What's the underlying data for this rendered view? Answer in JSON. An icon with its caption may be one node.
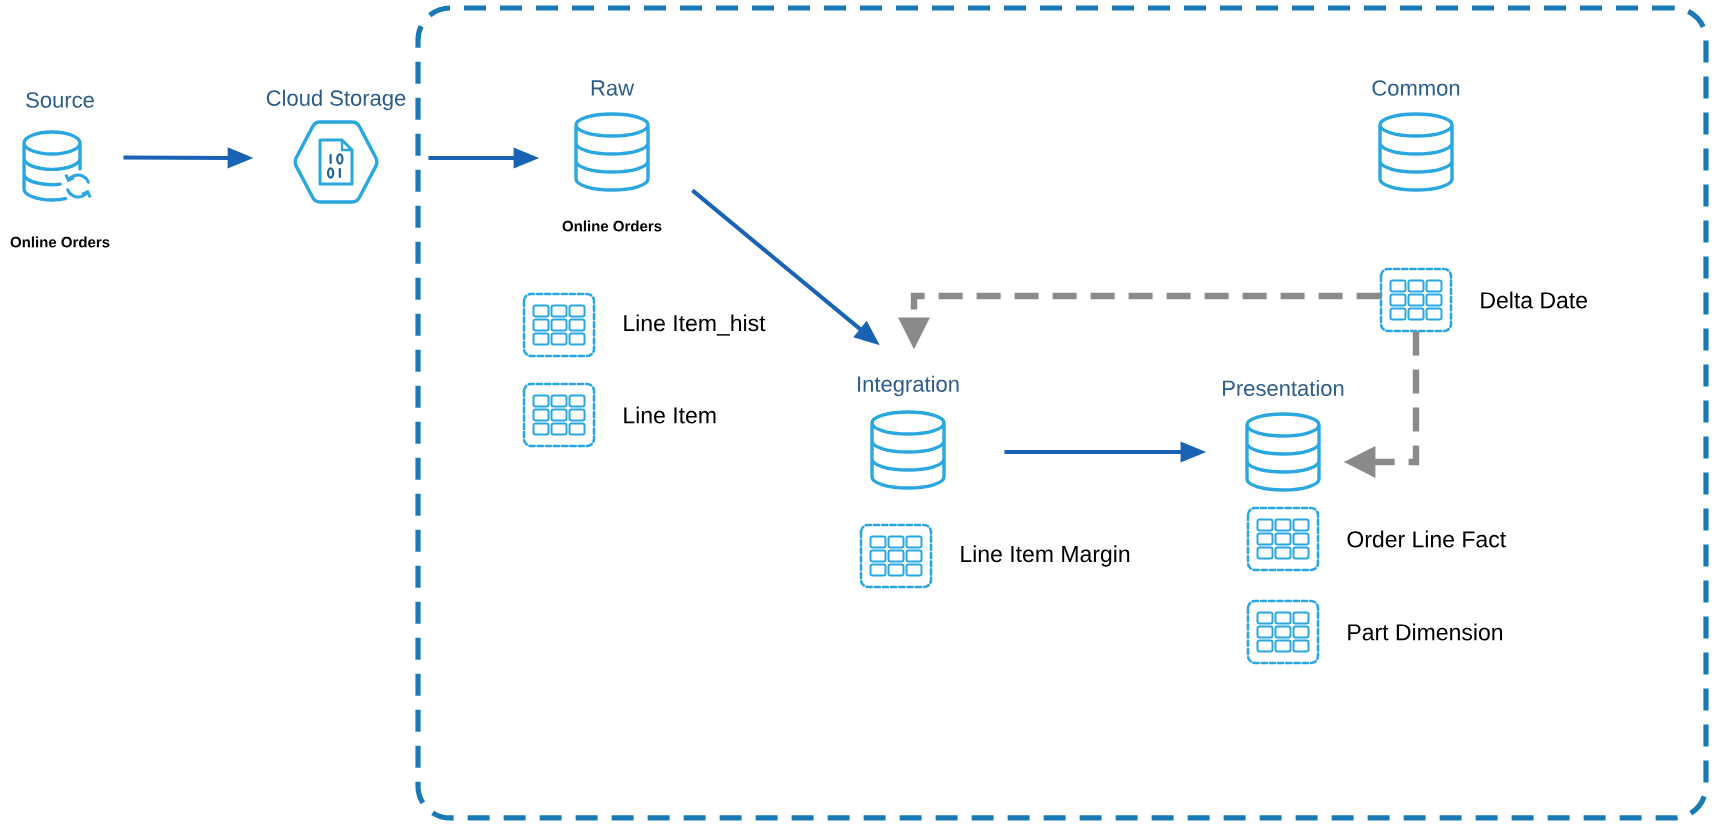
{
  "diagram": {
    "nodes": [
      {
        "text": [
          "Source",
          "Online Orders"
        ]
      },
      {
        "text": [
          "Cloud Storage"
        ]
      },
      {
        "text": [],
        "shape": "box"
      },
      {
        "text": [
          "Raw",
          "Online Orders"
        ],
        "in": 2
      },
      {
        "text": [
          "Common"
        ],
        "in": 2
      },
      {
        "text": [
          "Line Item_hist"
        ],
        "in": 2
      },
      {
        "text": [
          "Delta Date"
        ],
        "in": 2
      },
      {
        "text": [
          "Line Item"
        ],
        "in": 2
      },
      {
        "text": [
          "Integration"
        ],
        "in": 2
      },
      {
        "text": [
          "Presentation"
        ],
        "in": 2
      },
      {
        "text": [
          "Line Item Margin"
        ],
        "in": 2
      },
      {
        "text": [
          "Order Line Fact"
        ],
        "in": 2
      },
      {
        "text": [
          "Part Dimension"
        ],
        "in": 2
      }
    ],
    "edges": [
      {
        "from": 0,
        "to": 1,
        "arrow": "to"
      },
      {
        "from": 1,
        "to": 3,
        "arrow": "to"
      },
      {
        "from": 3,
        "to": 8,
        "arrow": "to"
      },
      {
        "from": 8,
        "to": 9,
        "arrow": "to"
      },
      {
        "from": 6,
        "to": 8,
        "arrow": "to",
        "style": "dashed",
        "color": "#8a8a8a"
      },
      {
        "from": 6,
        "to": 9,
        "arrow": "to",
        "style": "dashed",
        "color": "#8a8a8a"
      }
    ]
  }
}
